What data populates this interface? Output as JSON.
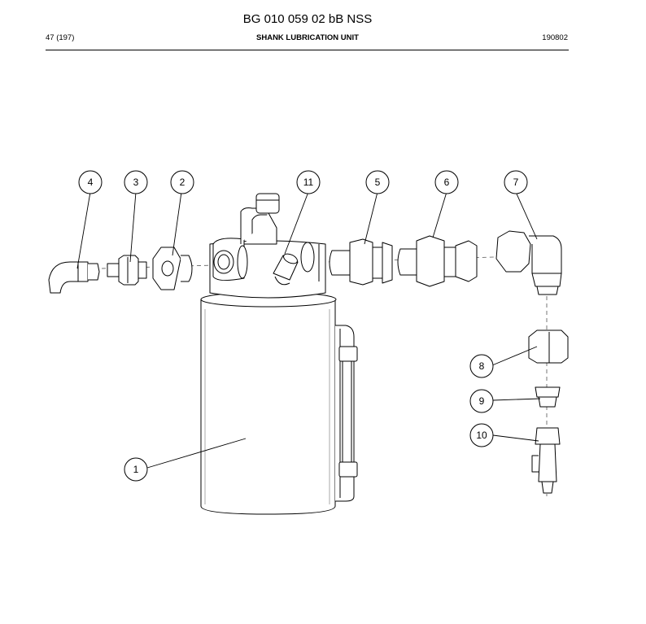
{
  "header": {
    "doc_id": "BG 010 059 02 bB NSS",
    "page": "47 (197)",
    "section_title": "SHANK LUBRICATION UNIT",
    "date_code": "190802"
  },
  "callouts": [
    "1",
    "2",
    "3",
    "4",
    "5",
    "6",
    "7",
    "8",
    "9",
    "10",
    "11"
  ]
}
